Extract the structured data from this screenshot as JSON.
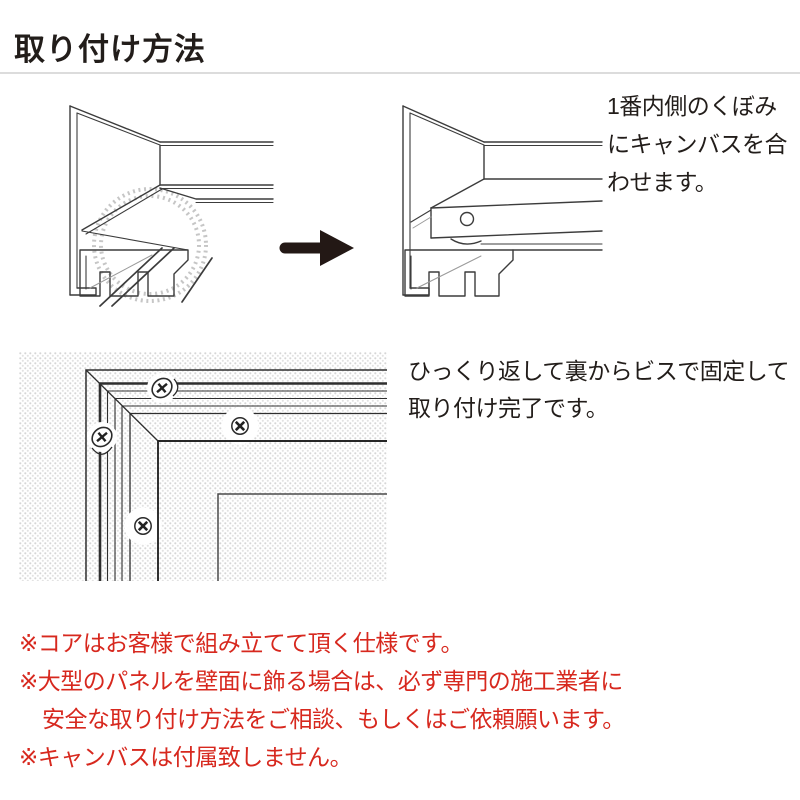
{
  "title": "取り付け方法",
  "colors": {
    "text": "#221d1a",
    "warning_red": "#d7281e",
    "diagram_line": "#3c3c3c",
    "arrow": "#231815",
    "halftone_dot": "#d6d6d6",
    "title_rule": "#dcdcdc"
  },
  "step1": {
    "caption": [
      "1番内側のくぼみ",
      "にキャンバスを合",
      "わせます。"
    ],
    "diagram_before": "frame-profile-cross-section",
    "diagram_after": "frame-profile-with-canvas-inserted",
    "arrow_icon": "solid-right-arrow"
  },
  "step2": {
    "caption": [
      "ひっくり返して裏からビスで固定して",
      "取り付け完了です。"
    ],
    "diagram": "frame-back-corner-with-screws"
  },
  "notes": [
    "※コアはお客様で組み立てて頂く仕様です。",
    "※大型のパネルを壁面に飾る場合は、必ず専門の施工業者に",
    "安全な取り付け方法をご相談、もしくはご依頼願います。",
    "※キャンバスは付属致しません。"
  ]
}
